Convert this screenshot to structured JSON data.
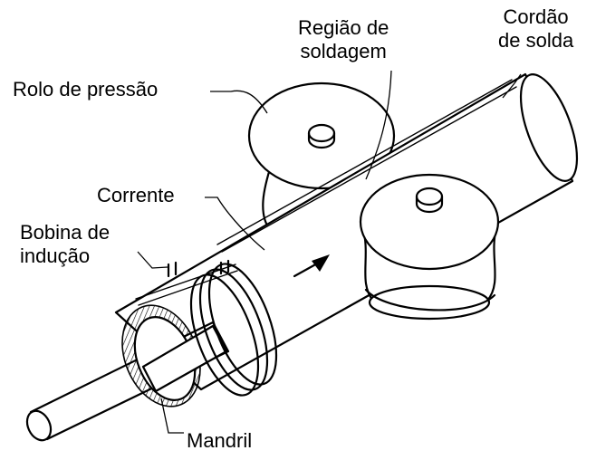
{
  "labels": {
    "regiao_de_soldagem": [
      "Região de",
      "soldagem"
    ],
    "cordao_de_solda": [
      "Cordão",
      "de solda"
    ],
    "rolo_de_pressao": "Rolo de pressão",
    "corrente": "Corrente",
    "bobina_de_inducao": [
      "Bobina de",
      "indução"
    ],
    "mandril": "Mandril"
  },
  "icons": {
    "flow_arrow": "arrow-right-icon"
  }
}
